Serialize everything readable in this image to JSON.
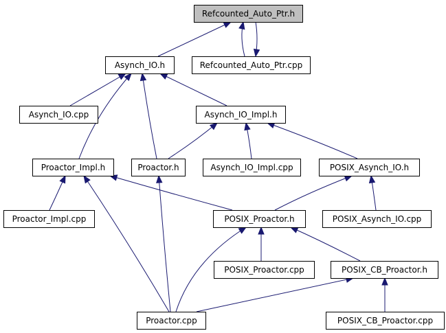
{
  "graph": {
    "nodes": [
      {
        "id": "refcounted_auto_ptr_h",
        "label": "Refcounted_Auto_Ptr.h",
        "highlighted": true
      },
      {
        "id": "asynch_io_h",
        "label": "Asynch_IO.h"
      },
      {
        "id": "refcounted_auto_ptr_cpp",
        "label": "Refcounted_Auto_Ptr.cpp"
      },
      {
        "id": "asynch_io_cpp",
        "label": "Asynch_IO.cpp"
      },
      {
        "id": "asynch_io_impl_h",
        "label": "Asynch_IO_Impl.h"
      },
      {
        "id": "proactor_impl_h",
        "label": "Proactor_Impl.h"
      },
      {
        "id": "proactor_h",
        "label": "Proactor.h"
      },
      {
        "id": "asynch_io_impl_cpp",
        "label": "Asynch_IO_Impl.cpp"
      },
      {
        "id": "posix_asynch_io_h",
        "label": "POSIX_Asynch_IO.h"
      },
      {
        "id": "proactor_impl_cpp",
        "label": "Proactor_Impl.cpp"
      },
      {
        "id": "posix_proactor_h",
        "label": "POSIX_Proactor.h"
      },
      {
        "id": "posix_asynch_io_cpp",
        "label": "POSIX_Asynch_IO.cpp"
      },
      {
        "id": "posix_proactor_cpp",
        "label": "POSIX_Proactor.cpp"
      },
      {
        "id": "posix_cb_proactor_h",
        "label": "POSIX_CB_Proactor.h"
      },
      {
        "id": "proactor_cpp",
        "label": "Proactor.cpp"
      },
      {
        "id": "posix_cb_proactor_cpp",
        "label": "POSIX_CB_Proactor.cpp"
      }
    ],
    "edges": [
      {
        "from": "asynch_io_h",
        "to": "refcounted_auto_ptr_h"
      },
      {
        "from": "refcounted_auto_ptr_cpp",
        "to": "refcounted_auto_ptr_h"
      },
      {
        "from": "refcounted_auto_ptr_h",
        "to": "refcounted_auto_ptr_cpp"
      },
      {
        "from": "asynch_io_cpp",
        "to": "asynch_io_h"
      },
      {
        "from": "proactor_impl_h",
        "to": "asynch_io_h"
      },
      {
        "from": "proactor_h",
        "to": "asynch_io_h"
      },
      {
        "from": "asynch_io_impl_h",
        "to": "asynch_io_h"
      },
      {
        "from": "proactor_h",
        "to": "asynch_io_impl_h"
      },
      {
        "from": "asynch_io_impl_cpp",
        "to": "asynch_io_impl_h"
      },
      {
        "from": "posix_asynch_io_h",
        "to": "asynch_io_impl_h"
      },
      {
        "from": "proactor_impl_cpp",
        "to": "proactor_impl_h"
      },
      {
        "from": "posix_proactor_h",
        "to": "proactor_impl_h"
      },
      {
        "from": "proactor_cpp",
        "to": "proactor_impl_h"
      },
      {
        "from": "proactor_cpp",
        "to": "proactor_h"
      },
      {
        "from": "posix_proactor_h",
        "to": "posix_asynch_io_h"
      },
      {
        "from": "posix_asynch_io_cpp",
        "to": "posix_asynch_io_h"
      },
      {
        "from": "posix_proactor_cpp",
        "to": "posix_proactor_h"
      },
      {
        "from": "posix_cb_proactor_h",
        "to": "posix_proactor_h"
      },
      {
        "from": "proactor_cpp",
        "to": "posix_proactor_h"
      },
      {
        "from": "proactor_cpp",
        "to": "posix_cb_proactor_h"
      },
      {
        "from": "posix_cb_proactor_cpp",
        "to": "posix_cb_proactor_h"
      }
    ],
    "colors": {
      "edge": "#191970",
      "highlighted_node_fill": "#bfbfbf",
      "node_fill": "#ffffff",
      "node_border": "#000000"
    }
  }
}
